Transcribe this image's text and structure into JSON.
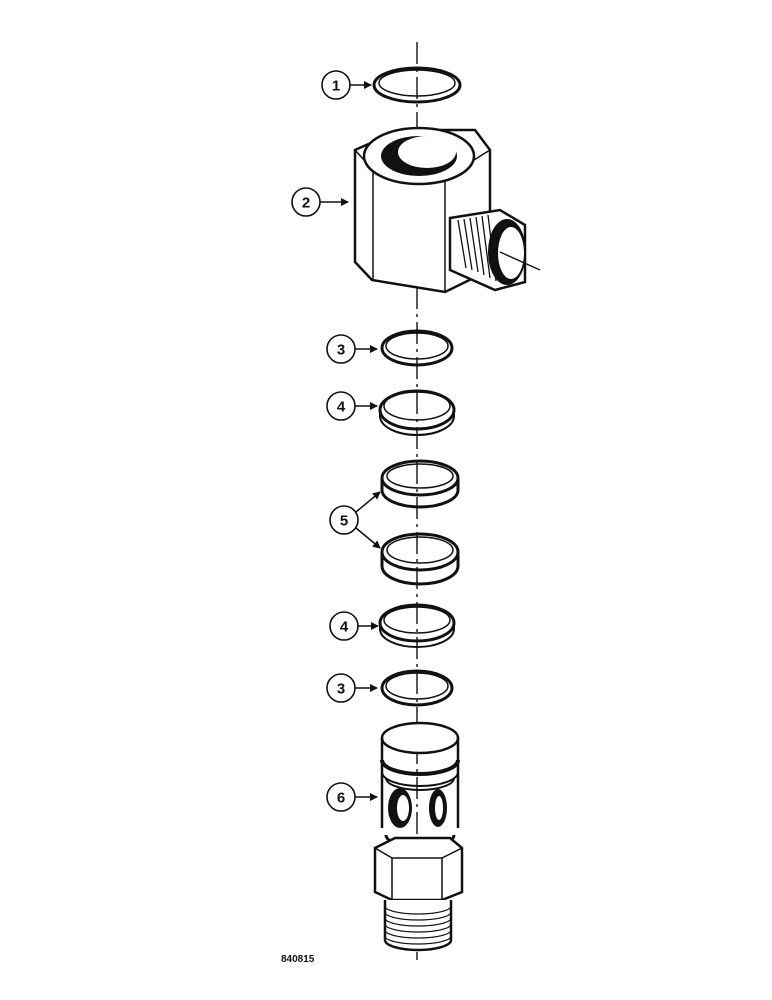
{
  "callouts": {
    "c1": "1",
    "c2": "2",
    "c3a": "3",
    "c4a": "4",
    "c5": "5",
    "c4b": "4",
    "c3b": "3",
    "c6": "6"
  },
  "figure_number": "840815"
}
